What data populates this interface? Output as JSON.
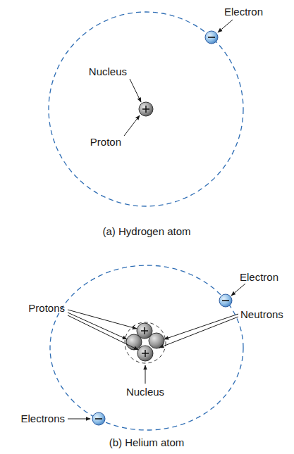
{
  "diagram": {
    "labels": [
      "Electron",
      "Nucleus",
      "Proton",
      "(a) Hydrogen atom",
      "Electron",
      "Protons",
      "Neutrons",
      "Nucleus",
      "Electrons",
      "(b) Helium atom"
    ]
  }
}
